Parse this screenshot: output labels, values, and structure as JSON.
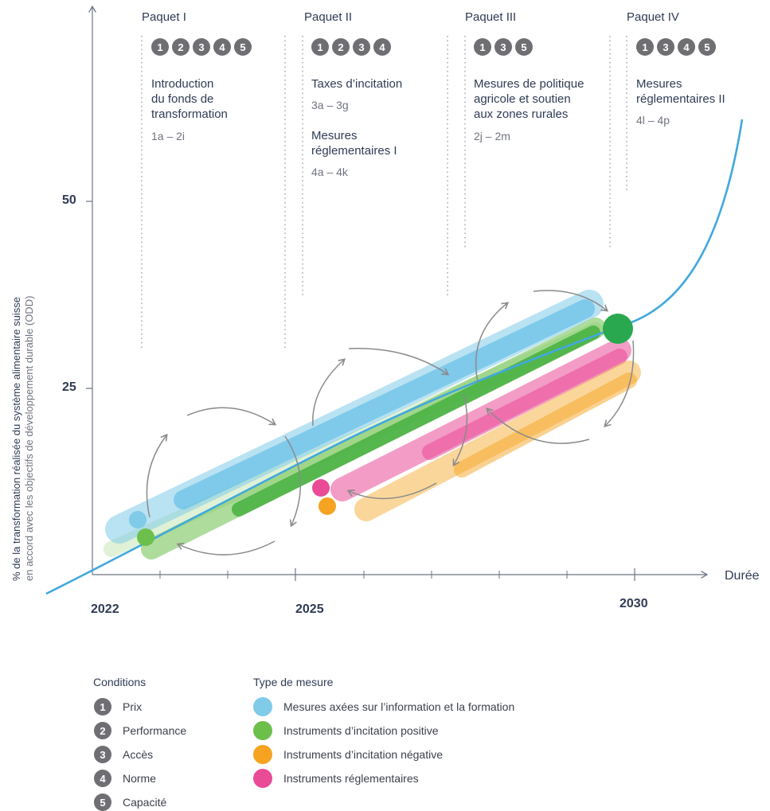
{
  "packages": [
    {
      "title": "Paquet I",
      "badges": [
        "1",
        "2",
        "3",
        "4",
        "5"
      ],
      "desc": [
        "Introduction",
        "du fonds de",
        "transformation"
      ],
      "codes": [
        "1a – 2i"
      ]
    },
    {
      "title": "Paquet II",
      "badges": [
        "1",
        "2",
        "3",
        "4"
      ],
      "desc": [
        "Taxes d’incitation"
      ],
      "codes": [
        "3a – 3g"
      ],
      "desc2": [
        "Mesures",
        "réglementaires I"
      ],
      "codes2": [
        "4a – 4k"
      ]
    },
    {
      "title": "Paquet III",
      "badges": [
        "1",
        "3",
        "5"
      ],
      "desc": [
        "Mesures de politique",
        "agricole et soutien",
        "aux zones rurales"
      ],
      "codes": [
        "2j – 2m"
      ]
    },
    {
      "title": "Paquet IV",
      "badges": [
        "1",
        "3",
        "4",
        "5"
      ],
      "desc": [
        "Mesures",
        "réglementaires II"
      ],
      "codes": [
        "4l – 4p"
      ]
    }
  ],
  "axes": {
    "x_title": "Durée",
    "x_ticks": [
      "2022",
      "2025",
      "2030"
    ],
    "y_ticks": [
      "25",
      "50"
    ],
    "y_title_line1": "% de la transformation réalisée du système alimentaire suisse",
    "y_title_line2": "en accord avec les objectifs de développement durable (ODD)"
  },
  "legend": {
    "conditions_title": "Conditions",
    "conditions": [
      {
        "num": "1",
        "label": "Prix"
      },
      {
        "num": "2",
        "label": "Performance"
      },
      {
        "num": "3",
        "label": "Accès"
      },
      {
        "num": "4",
        "label": "Norme"
      },
      {
        "num": "5",
        "label": "Capacité"
      }
    ],
    "types_title": "Type de mesure",
    "types": [
      {
        "label": "Mesures axées sur l’information et la formation",
        "color": "#7fcbe8"
      },
      {
        "label": "Instruments d’incitation positive",
        "color": "#6cbf4a"
      },
      {
        "label": "Instruments d’incitation négative",
        "color": "#f5a321"
      },
      {
        "label": "Instruments réglementaires",
        "color": "#e94b97"
      }
    ]
  },
  "colors": {
    "curve": "#41a8dd",
    "axis": "#6c7585",
    "arrow": "#8a8a8a",
    "goal": "#2aa850"
  }
}
